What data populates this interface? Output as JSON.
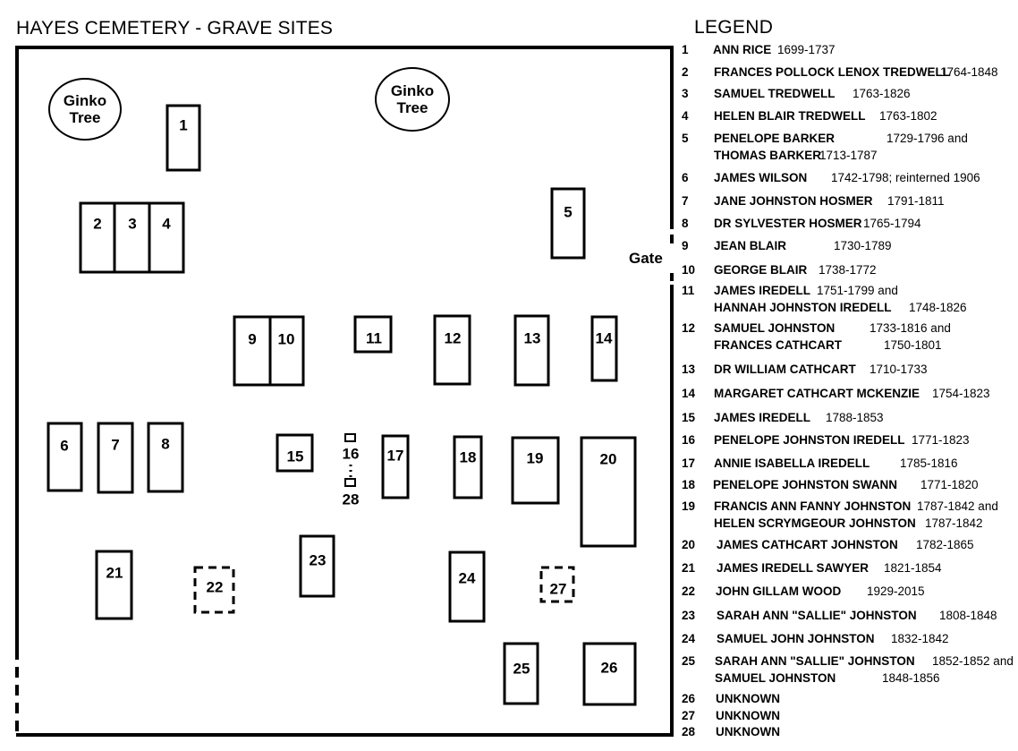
{
  "title": "HAYES CEMETERY -  GRAVE SITES",
  "legend_title": "LEGEND",
  "gate_label": "Gate",
  "trees": [
    {
      "label_line1": "Ginko",
      "label_line2": "Tree"
    },
    {
      "label_line1": "Ginko",
      "label_line2": "Tree"
    }
  ],
  "plots": [
    "1",
    "2",
    "3",
    "4",
    "5",
    "6",
    "7",
    "8",
    "9",
    "10",
    "11",
    "12",
    "13",
    "14",
    "15",
    "16",
    "17",
    "18",
    "19",
    "20",
    "21",
    "22",
    "23",
    "24",
    "25",
    "26",
    "27",
    "28"
  ],
  "legend": [
    {
      "num": "1",
      "lines": [
        {
          "name": "ANN RICE",
          "dates": "1699-1737"
        }
      ]
    },
    {
      "num": "2",
      "lines": [
        {
          "name": "FRANCES POLLOCK LENOX TREDWELL",
          "dates": "1764-1848"
        }
      ]
    },
    {
      "num": "3",
      "lines": [
        {
          "name": "SAMUEL TREDWELL",
          "dates": "1763-1826"
        }
      ]
    },
    {
      "num": "4",
      "lines": [
        {
          "name": "HELEN BLAIR TREDWELL",
          "dates": "1763-1802"
        }
      ]
    },
    {
      "num": "5",
      "lines": [
        {
          "name": "PENELOPE BARKER",
          "dates": "1729-1796 and"
        },
        {
          "name": "THOMAS BARKER",
          "dates": "1713-1787"
        }
      ]
    },
    {
      "num": "6",
      "lines": [
        {
          "name": "JAMES WILSON",
          "dates": "1742-1798; reinterned 1906"
        }
      ]
    },
    {
      "num": "7",
      "lines": [
        {
          "name": "JANE JOHNSTON HOSMER",
          "dates": "1791-1811"
        }
      ]
    },
    {
      "num": "8",
      "lines": [
        {
          "name": "DR SYLVESTER HOSMER",
          "dates": "1765-1794"
        }
      ]
    },
    {
      "num": "9",
      "lines": [
        {
          "name": "JEAN BLAIR",
          "dates": "1730-1789"
        }
      ]
    },
    {
      "num": "10",
      "lines": [
        {
          "name": "GEORGE BLAIR",
          "dates": "1738-1772"
        }
      ]
    },
    {
      "num": "11",
      "lines": [
        {
          "name": "JAMES IREDELL",
          "dates": "1751-1799 and"
        },
        {
          "name": "HANNAH JOHNSTON IREDELL",
          "dates": "1748-1826"
        }
      ]
    },
    {
      "num": "12",
      "lines": [
        {
          "name": "SAMUEL JOHNSTON",
          "dates": "1733-1816 and"
        },
        {
          "name": "FRANCES CATHCART",
          "dates": "1750-1801"
        }
      ]
    },
    {
      "num": "13",
      "lines": [
        {
          "name": "DR WILLIAM CATHCART",
          "dates": "1710-1733"
        }
      ]
    },
    {
      "num": "14",
      "lines": [
        {
          "name": "MARGARET CATHCART MCKENZIE",
          "dates": "1754-1823"
        }
      ]
    },
    {
      "num": "15",
      "lines": [
        {
          "name": "JAMES IREDELL",
          "dates": "1788-1853"
        }
      ]
    },
    {
      "num": "16",
      "lines": [
        {
          "name": "PENELOPE JOHNSTON IREDELL",
          "dates": "1771-1823"
        }
      ]
    },
    {
      "num": "17",
      "lines": [
        {
          "name": "ANNIE ISABELLA IREDELL",
          "dates": "1785-1816"
        }
      ]
    },
    {
      "num": "18",
      "lines": [
        {
          "name": "PENELOPE JOHNSTON SWANN",
          "dates": "1771-1820"
        }
      ]
    },
    {
      "num": "19",
      "lines": [
        {
          "name": "FRANCIS ANN FANNY JOHNSTON",
          "dates": "1787-1842 and"
        },
        {
          "name": "HELEN SCRYMGEOUR JOHNSTON",
          "dates": "1787-1842"
        }
      ]
    },
    {
      "num": "20",
      "lines": [
        {
          "name": "JAMES CATHCART JOHNSTON",
          "dates": "1782-1865"
        }
      ]
    },
    {
      "num": "21",
      "lines": [
        {
          "name": "JAMES IREDELL SAWYER",
          "dates": "1821-1854"
        }
      ]
    },
    {
      "num": "22",
      "lines": [
        {
          "name": "JOHN GILLAM WOOD",
          "dates": "1929-2015"
        }
      ]
    },
    {
      "num": "23",
      "lines": [
        {
          "name": "SARAH ANN \"SALLIE\" JOHNSTON",
          "dates": "1808-1848"
        }
      ]
    },
    {
      "num": "24",
      "lines": [
        {
          "name": "SAMUEL JOHN JOHNSTON",
          "dates": "1832-1842"
        }
      ]
    },
    {
      "num": "25",
      "lines": [
        {
          "name": "SARAH ANN \"SALLIE\" JOHNSTON",
          "dates": "1852-1852 and"
        },
        {
          "name": "SAMUEL JOHNSTON",
          "dates": "1848-1856"
        }
      ]
    },
    {
      "num": "26",
      "lines": [
        {
          "name": "UNKNOWN",
          "dates": ""
        }
      ]
    },
    {
      "num": "27",
      "lines": [
        {
          "name": "UNKNOWN",
          "dates": ""
        }
      ]
    },
    {
      "num": "28",
      "lines": [
        {
          "name": "UNKNOWN",
          "dates": ""
        }
      ]
    }
  ]
}
